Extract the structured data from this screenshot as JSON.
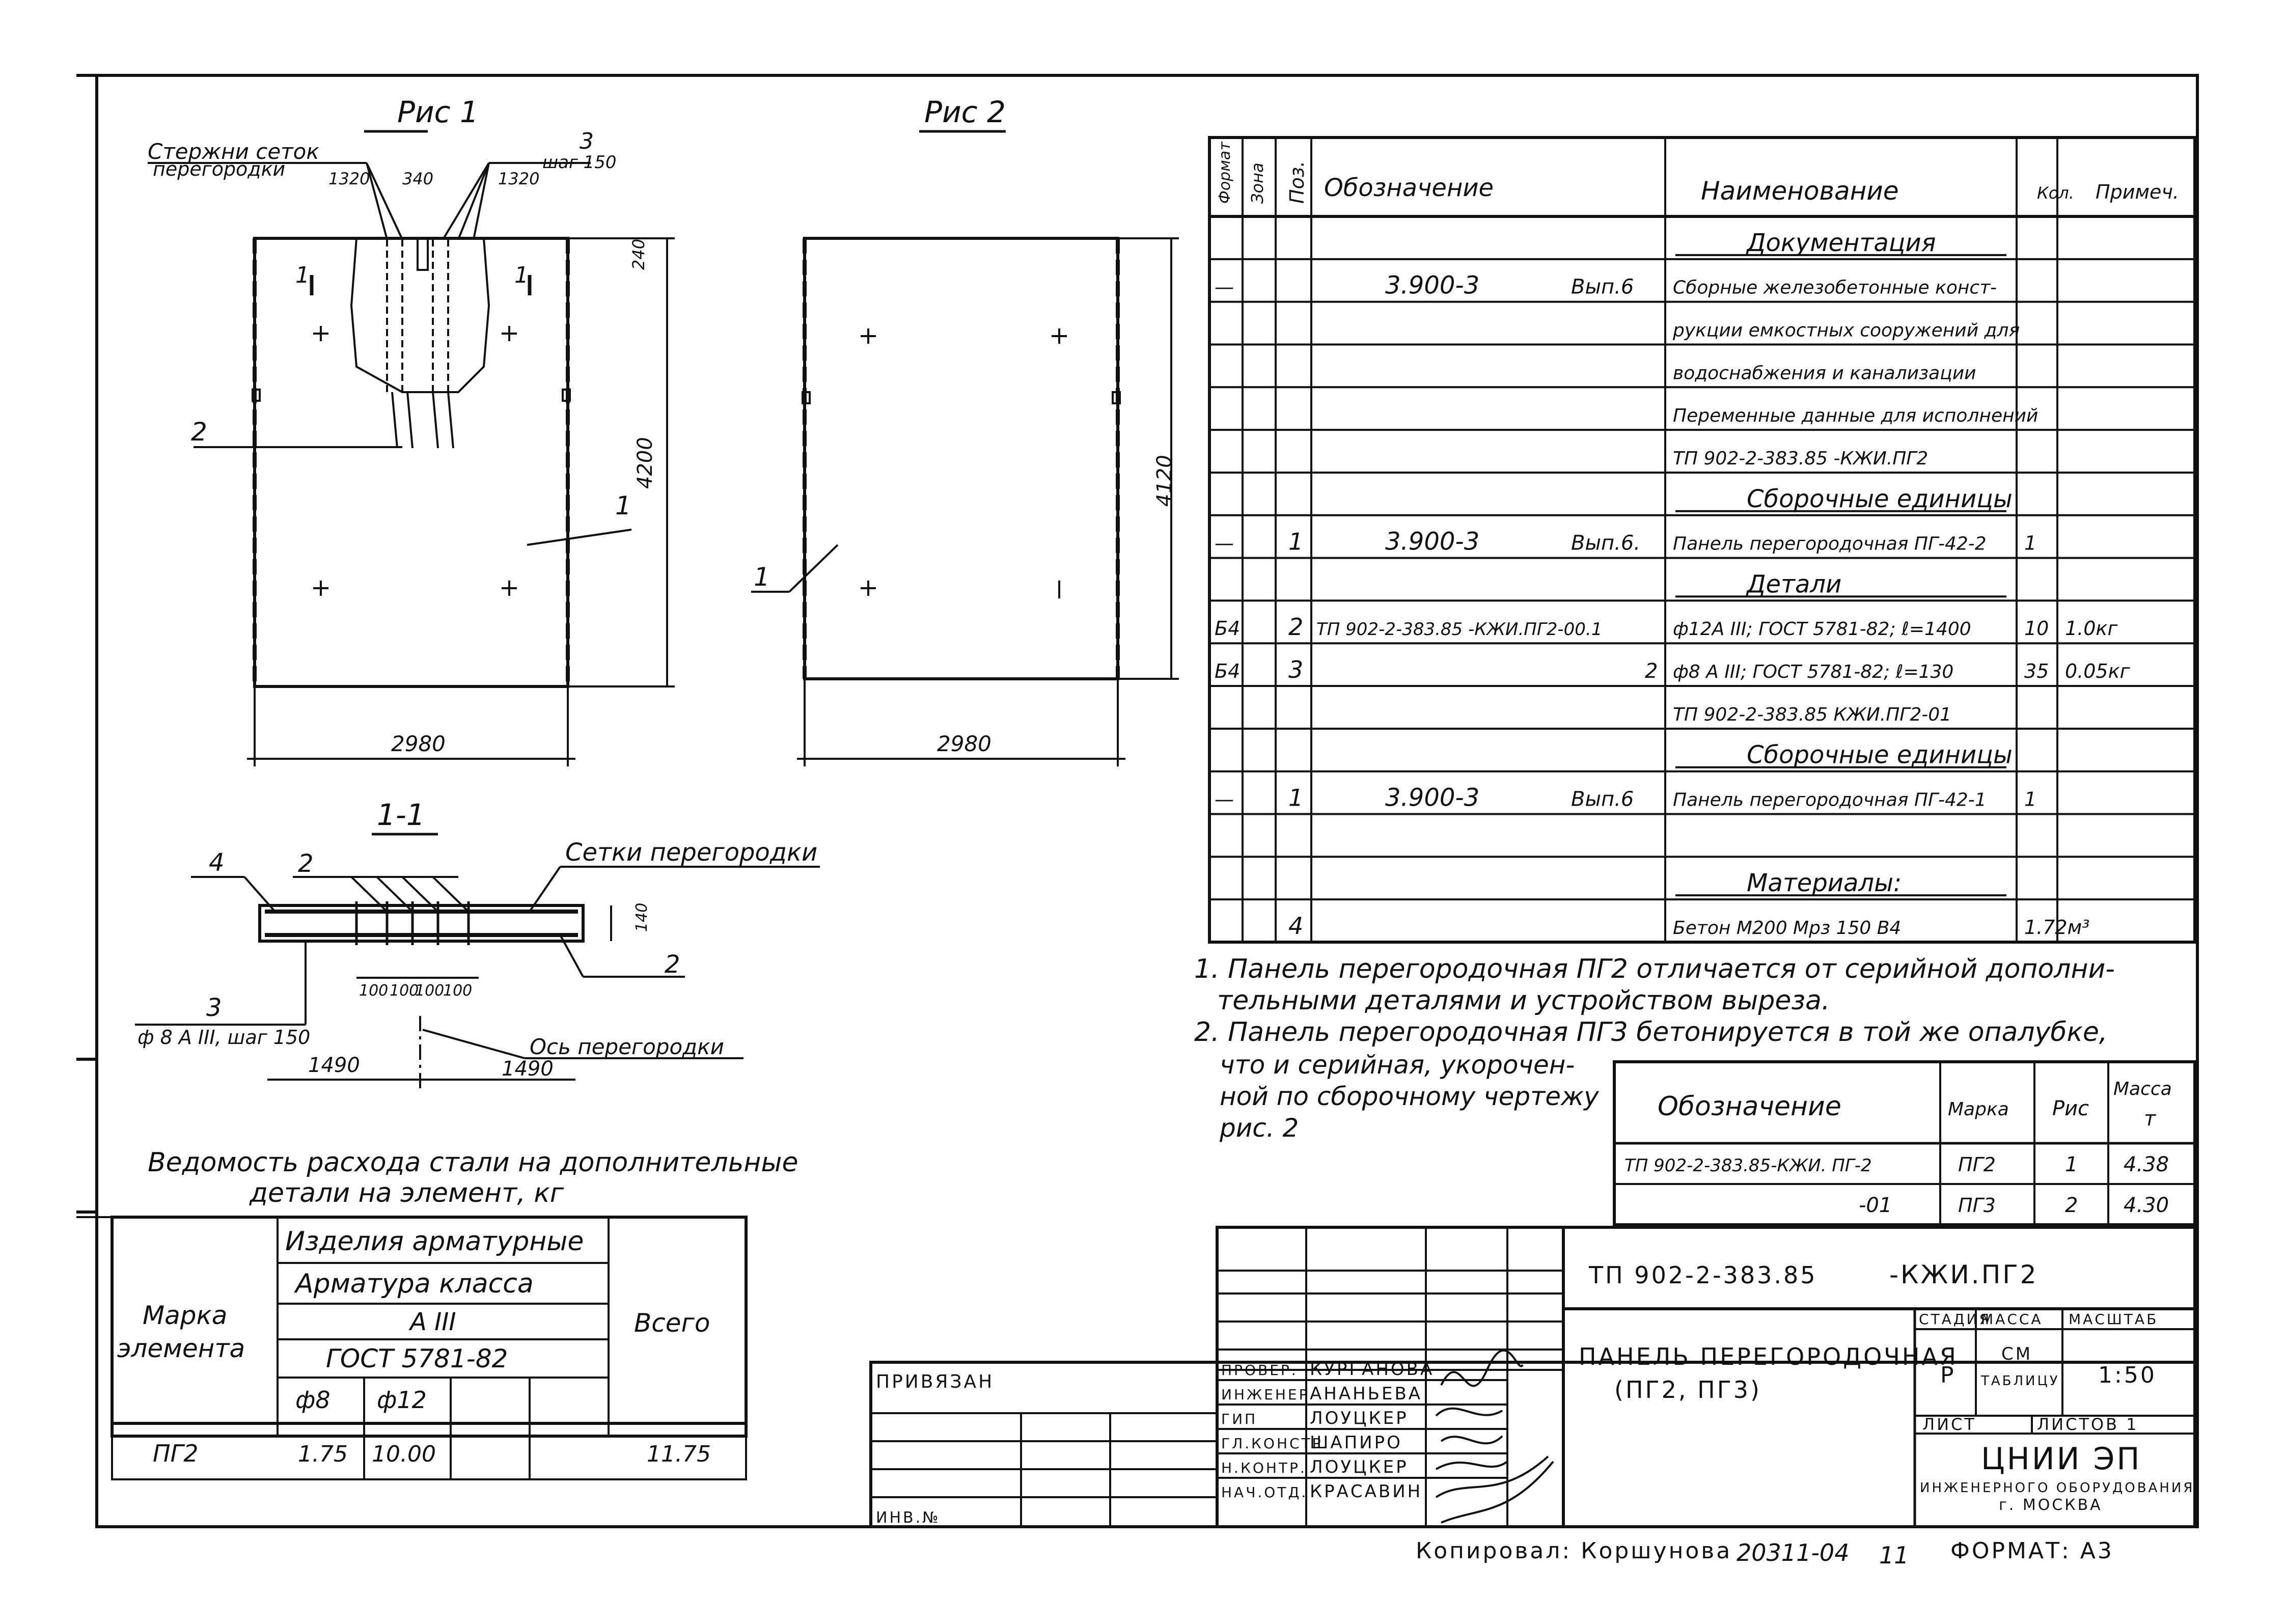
{
  "fig1": {
    "title": "Рис 1",
    "callout_mesh": "Стержни сеток",
    "callout_mesh2": "перегородки",
    "dim_1320a": "1320",
    "dim_340": "340",
    "dim_1320b": "1320",
    "pos3": "3",
    "pos3_step": "шаг 150",
    "dim_240": "240",
    "cut_mark_left": "1",
    "cut_mark_right": "1",
    "pos2": "2",
    "dim_height": "4200",
    "pos1": "1",
    "dim_width": "2980"
  },
  "fig2": {
    "title": "Рис 2",
    "dim_height": "4120",
    "pos1": "1",
    "dim_width": "2980"
  },
  "section": {
    "title": "1-1",
    "pos4": "4",
    "pos2_top": "2",
    "mesh_label": "Сетки перегородки",
    "dim_140": "140",
    "pos2_right": "2",
    "pos3": "3",
    "pos3_note": "ф 8 А III, шаг 150",
    "dims_100": [
      "100",
      "100",
      "100",
      "100"
    ],
    "dim_left": "1490",
    "axis_label": "Ось перегородки",
    "dim_right": "1490"
  },
  "spec": {
    "headers": {
      "format": "Формат",
      "zone": "Зона",
      "pos": "Поз.",
      "designation": "Обозначение",
      "name": "Наименование",
      "qty": "Кол.",
      "note": "Примеч."
    },
    "rows": [
      {
        "format": "",
        "zone": "",
        "pos": "",
        "designation": "",
        "doc_no": "",
        "name": "Документация",
        "qty": "",
        "note": ""
      },
      {
        "format": "—",
        "zone": "",
        "pos": "",
        "designation": "3.900-3",
        "doc_no": "Вып.6",
        "name": "Сборные железобетонные конст-",
        "qty": "",
        "note": ""
      },
      {
        "format": "",
        "zone": "",
        "pos": "",
        "designation": "",
        "doc_no": "",
        "name": "рукции емкостных сооружений для",
        "qty": "",
        "note": ""
      },
      {
        "format": "",
        "zone": "",
        "pos": "",
        "designation": "",
        "doc_no": "",
        "name": "водоснабжения и канализации",
        "qty": "",
        "note": ""
      },
      {
        "format": "",
        "zone": "",
        "pos": "",
        "designation": "",
        "doc_no": "",
        "name": "Переменные данные для исполнений",
        "qty": "",
        "note": ""
      },
      {
        "format": "",
        "zone": "",
        "pos": "",
        "designation": "",
        "doc_no": "",
        "name": "ТП 902-2-383.85 -КЖИ.ПГ2",
        "qty": "",
        "note": ""
      },
      {
        "format": "",
        "zone": "",
        "pos": "",
        "designation": "",
        "doc_no": "",
        "name": "Сборочные единицы",
        "qty": "",
        "note": ""
      },
      {
        "format": "—",
        "zone": "",
        "pos": "1",
        "designation": "3.900-3",
        "doc_no": "Вып.6.",
        "name": "Панель перегородочная ПГ-42-2",
        "qty": "1",
        "note": ""
      },
      {
        "format": "",
        "zone": "",
        "pos": "",
        "designation": "",
        "doc_no": "",
        "name": "Детали",
        "qty": "",
        "note": ""
      },
      {
        "format": "Б4",
        "zone": "",
        "pos": "2",
        "designation": "ТП 902-2-383.85 -КЖИ.ПГ2-00.1",
        "doc_no": "",
        "name": "ф12А III; ГОСТ 5781-82; ℓ=1400",
        "qty": "10",
        "note": "1.0кг"
      },
      {
        "format": "Б4",
        "zone": "",
        "pos": "3",
        "designation": "",
        "doc_no": "2",
        "name": "ф8 А III; ГОСТ 5781-82; ℓ=130",
        "qty": "35",
        "note": "0.05кг"
      },
      {
        "format": "",
        "zone": "",
        "pos": "",
        "designation": "",
        "doc_no": "",
        "name": "ТП 902-2-383.85 КЖИ.ПГ2-01",
        "qty": "",
        "note": ""
      },
      {
        "format": "",
        "zone": "",
        "pos": "",
        "designation": "",
        "doc_no": "",
        "name": "Сборочные единицы",
        "qty": "",
        "note": ""
      },
      {
        "format": "—",
        "zone": "",
        "pos": "1",
        "designation": "3.900-3",
        "doc_no": "Вып.6",
        "name": "Панель перегородочная ПГ-42-1",
        "qty": "1",
        "note": ""
      },
      {
        "format": "",
        "zone": "",
        "pos": "",
        "designation": "",
        "doc_no": "",
        "name": "",
        "qty": "",
        "note": ""
      },
      {
        "format": "",
        "zone": "",
        "pos": "",
        "designation": "",
        "doc_no": "",
        "name": "Материалы:",
        "qty": "",
        "note": ""
      },
      {
        "format": "",
        "zone": "",
        "pos": "4",
        "designation": "",
        "doc_no": "",
        "name": "Бетон М200 Мрз 150 В4",
        "qty": "1.72м³",
        "note": ""
      }
    ]
  },
  "notes": {
    "n1a": "1. Панель перегородочная ПГ2 отличается от серийной дополни-",
    "n1b": "тельными деталями и устройством выреза.",
    "n2a": "2. Панель перегородочная ПГ3 бетонируется в той же опалубке,",
    "n2b": "что и серийная, укорочен-",
    "n2c": "ной по сборочному чертежу",
    "n2d": "рис. 2"
  },
  "variants": {
    "headers": {
      "designation": "Обозначение",
      "mark": "Марка",
      "fig": "Рис",
      "mass": "Масса",
      "mass_unit": "т"
    },
    "rows": [
      {
        "designation": "ТП 902-2-383.85-КЖИ. ПГ-2",
        "mark": "ПГ2",
        "fig": "1",
        "mass": "4.38"
      },
      {
        "designation": "-01",
        "mark": "ПГ3",
        "fig": "2",
        "mass": "4.30"
      }
    ]
  },
  "steel": {
    "title1": "Ведомость расхода стали на дополнительные",
    "title2": "детали на элемент, кг",
    "col_mark1": "Марка",
    "col_mark2": "элемента",
    "h_products": "Изделия арматурные",
    "h_rebar": "Арматура класса",
    "h_class": "А III",
    "h_gost": "ГОСТ 5781-82",
    "h_total": "Всего",
    "h_d8": "ф8",
    "h_d12": "ф12",
    "row_mark": "ПГ2",
    "row_d8": "1.75",
    "row_d12": "10.00",
    "row_total": "11.75"
  },
  "title_block": {
    "bound": "ПРИВЯЗАН",
    "inv": "ИНВ.№",
    "doc_code": "ТП 902-2-383.85",
    "doc_suffix": "-КЖИ.ПГ2",
    "name1": "ПАНЕЛЬ ПЕРЕГОРОДОЧНАЯ",
    "name2": "(ПГ2, ПГ3)",
    "stage_h": "СТАДИЯ",
    "mass_h": "МАССА",
    "scale_h": "МАСШТАБ",
    "stage": "Р",
    "mass1": "СМ",
    "mass2": "ТАБЛИЦУ",
    "scale": "1:50",
    "sheet": "ЛИСТ",
    "sheets": "ЛИСТОВ 1",
    "org1": "ЦНИИ ЭП",
    "org2": "ИНЖЕНЕРНОГО ОБОРУДОВАНИЯ",
    "org3": "г. МОСКВА",
    "copied": "Копировал: Коршунова",
    "order_no": "20311-04",
    "sheet_no": "11",
    "format": "ФОРМАТ: А3",
    "signers": [
      {
        "role": "ПРОВЕР.",
        "name": "КУРГАНОВА"
      },
      {
        "role": "ИНЖЕНЕР",
        "name": "АНАНЬЕВА"
      },
      {
        "role": "ГИП",
        "name": "ЛОУЦКЕР"
      },
      {
        "role": "ГЛ.КОНСТР.",
        "name": "ШАПИРО"
      },
      {
        "role": "Н.КОНТР.",
        "name": "ЛОУЦКЕР"
      },
      {
        "role": "НАЧ.ОТД.",
        "name": "КРАСАВИН"
      }
    ]
  }
}
